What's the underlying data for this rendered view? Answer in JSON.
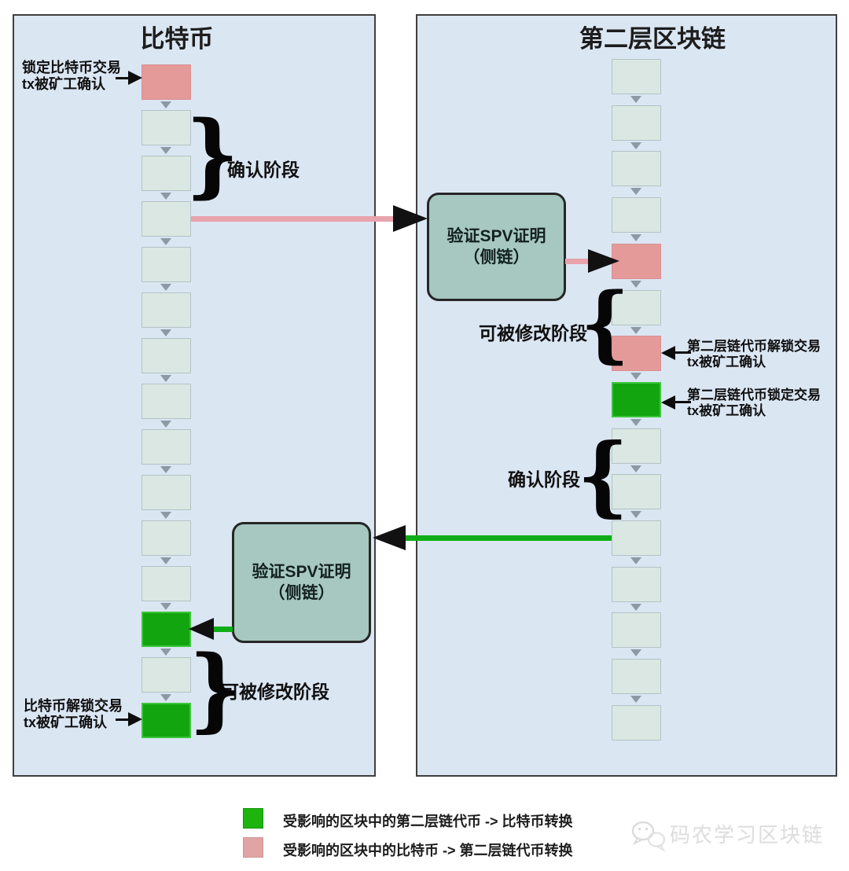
{
  "left_panel": {
    "title": "比特币",
    "chain_blocks": [
      "pink",
      "light",
      "light",
      "light",
      "light",
      "light",
      "light",
      "light",
      "light",
      "light",
      "light",
      "light",
      "green",
      "light",
      "green"
    ],
    "annotations": {
      "lock_tx": {
        "line1": "锁定比特币交易",
        "line2": "tx被矿工确认"
      },
      "confirm_phase": "确认阶段",
      "modifiable_phase": "可被修改阶段",
      "unlock_tx": {
        "line1": "比特币解锁交易",
        "line2": "tx被矿工确认"
      }
    },
    "spv_box": {
      "line1": "验证SPV证明",
      "line2": "（侧链）"
    }
  },
  "right_panel": {
    "title": "第二层区块链",
    "chain_blocks": [
      "light",
      "light",
      "light",
      "light",
      "pink",
      "light",
      "pink",
      "green",
      "light",
      "light",
      "light",
      "light",
      "light",
      "light",
      "light"
    ],
    "annotations": {
      "unlock_tx": {
        "line1": "第二层链代币解锁交易",
        "line2": "tx被矿工确认"
      },
      "lock_tx": {
        "line1": "第二层链代币锁定交易",
        "line2": "tx被矿工确认"
      },
      "confirm_phase": "确认阶段",
      "modifiable_phase": "可被修改阶段"
    },
    "spv_box": {
      "line1": "验证SPV证明",
      "line2": "（侧链）"
    }
  },
  "legend": {
    "items": [
      {
        "swatch": "green",
        "label": "受影响的区块中的第二层链代币 -> 比特币转换"
      },
      {
        "swatch": "pink",
        "label": "受影响的区块中的比特币 -> 第二层链代币转换"
      }
    ]
  },
  "watermark": {
    "icon": "wechat-bubbles-icon",
    "text": "码农学习区块链"
  },
  "braces": {
    "open": "{",
    "close": "}"
  },
  "colors": {
    "panel_bg": "#dbe6f3",
    "block_light": "#dbe7e3",
    "block_pink": "#e59a9a",
    "block_green": "#12a50f",
    "spv_box_bg": "#a6c8c0",
    "pink_arrow": "#e8a3ad",
    "green_arrow": "#0ead17",
    "legend_green": "#1db40e",
    "legend_pink": "#e0a4a4"
  }
}
